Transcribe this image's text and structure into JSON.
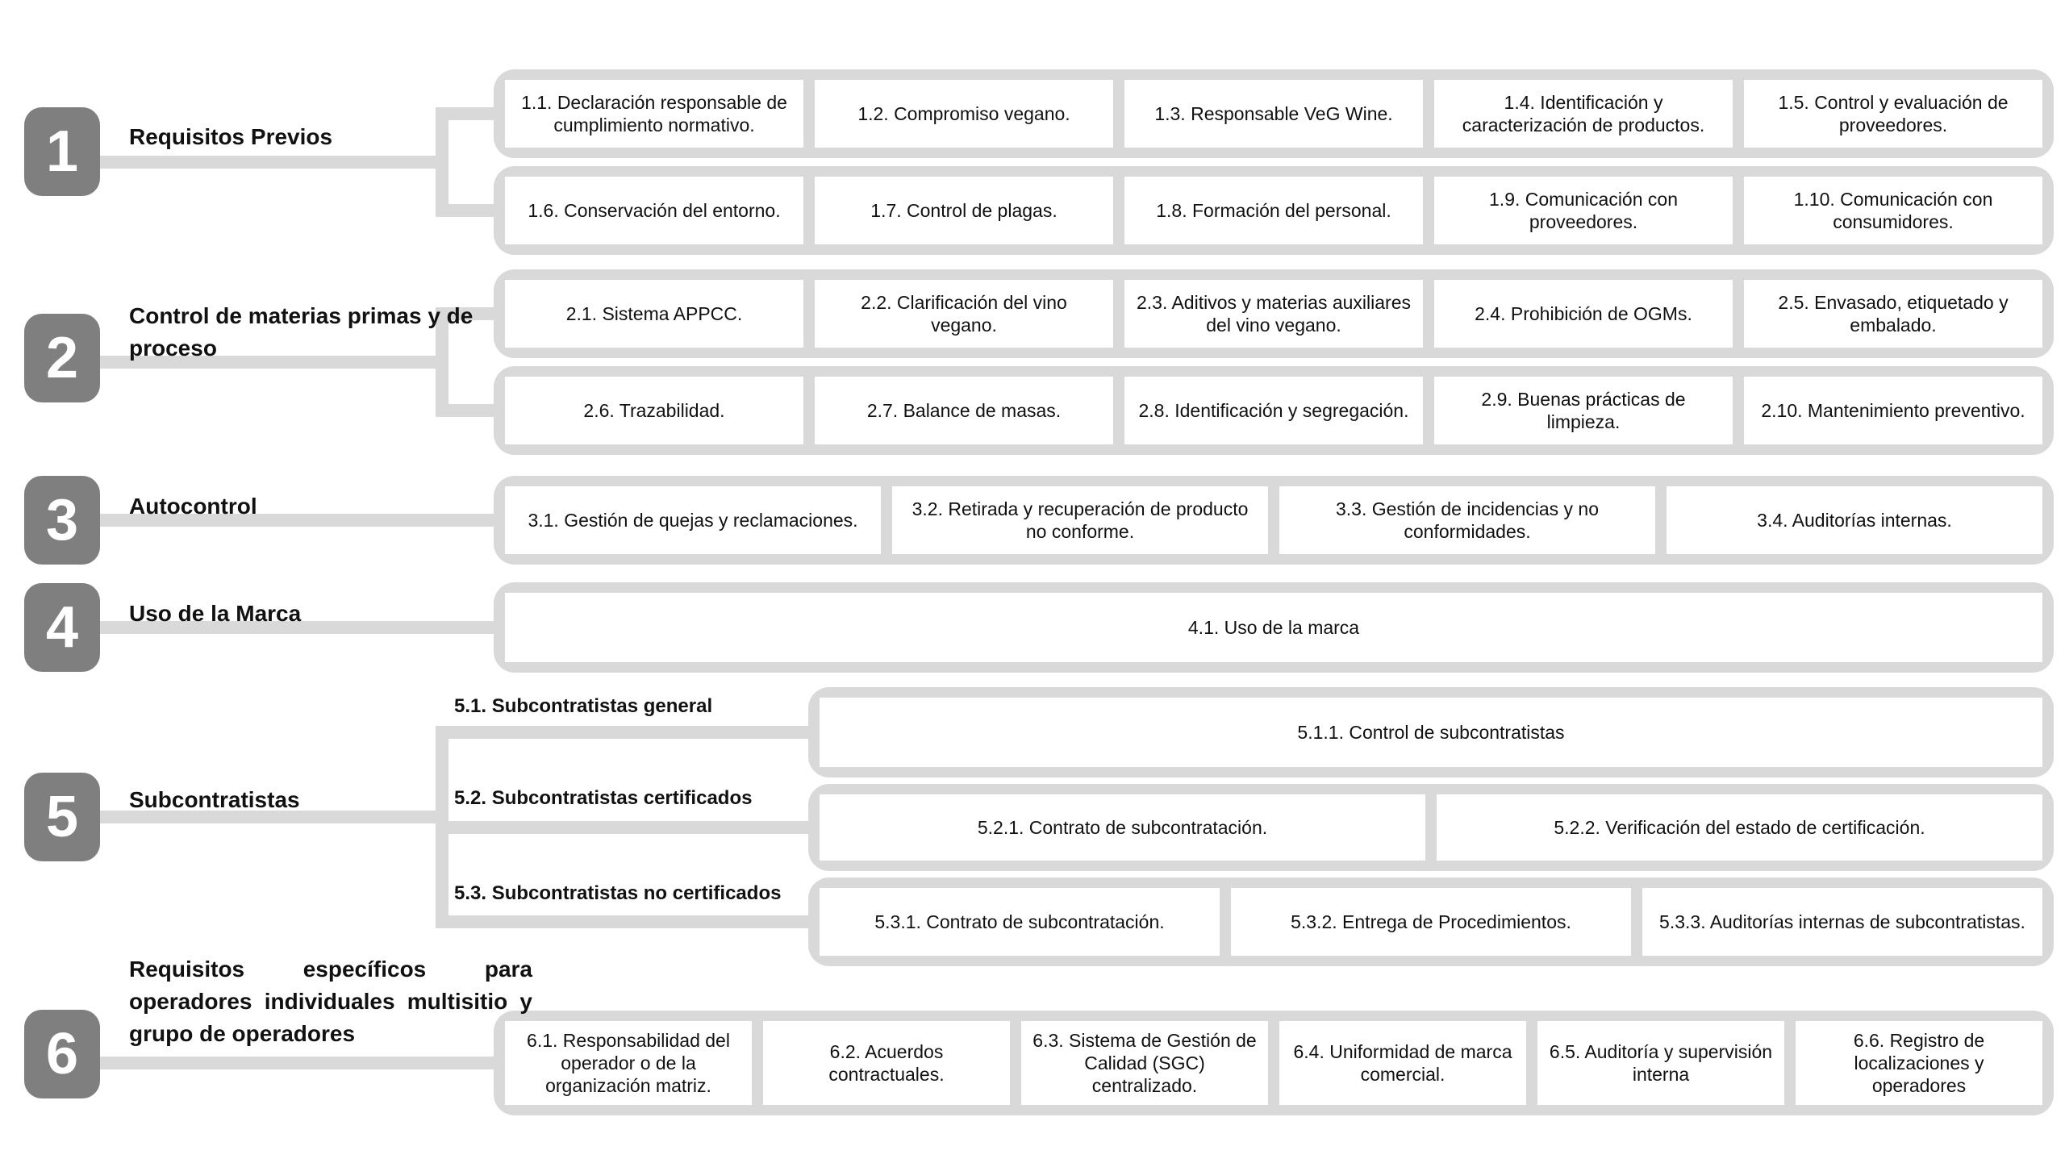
{
  "title": "Esquema de requisitos de certificación VeG Wine",
  "colors": {
    "badge_gray": "#7f7f7f",
    "connector_gray": "#d9d9d9",
    "box_background": "#ffffff",
    "text": "#111111"
  },
  "sections": {
    "s1": {
      "num": "1",
      "label": "Requisitos Previos",
      "r1": [
        "1.1.  Declaración responsable de cumplimiento normativo.",
        "1.2. Compromiso vegano.",
        "1.3. Responsable VeG Wine.",
        "1.4. Identificación y caracterización de productos.",
        "1.5. Control y evaluación de proveedores."
      ],
      "r2": [
        "1.6. Conservación del entorno.",
        "1.7. Control de plagas.",
        "1.8. Formación del personal.",
        "1.9.  Comunicación con proveedores.",
        "1.10. Comunicación con consumidores."
      ]
    },
    "s2": {
      "num": "2",
      "label": "Control de materias primas y de proceso",
      "r1": [
        "2.1.   Sistema APPCC.",
        "2.2. Clarificación del vino vegano.",
        "2.3. Aditivos y materias auxiliares del vino vegano.",
        "2.4. Prohibición de OGMs.",
        "2.5. Envasado, etiquetado y embalado."
      ],
      "r2": [
        "2.6. Trazabilidad.",
        "2.7. Balance de masas.",
        "2.8. Identificación y segregación.",
        "2.9.  Buenas prácticas de limpieza.",
        "2.10. Mantenimiento preventivo."
      ]
    },
    "s3": {
      "num": "3",
      "label": "Autocontrol",
      "r1": [
        "3.1. Gestión de quejas y reclamaciones.",
        "3.2.  Retirada y recuperación de producto no conforme.",
        "3.3.  Gestión de incidencias y no conformidades.",
        "3.4.  Auditorías internas."
      ]
    },
    "s4": {
      "num": "4",
      "label": "Uso de la Marca",
      "r1": [
        "4.1.  Uso de la marca"
      ]
    },
    "s5": {
      "num": "5",
      "label": "Subcontratistas",
      "sub1_label": "5.1. Subcontratistas general",
      "sub1": [
        "5.1.1.  Control de subcontratistas"
      ],
      "sub2_label": "5.2. Subcontratistas certificados",
      "sub2": [
        "5.2.1. Contrato de subcontratación.",
        "5.2.2. Verificación del estado de certificación."
      ],
      "sub3_label": "5.3. Subcontratistas no certificados",
      "sub3": [
        "5.3.1. Contrato de subcontratación.",
        "5.3.2. Entrega de Procedimientos.",
        "5.3.3. Auditorías internas de subcontratistas."
      ]
    },
    "s6": {
      "num": "6",
      "label": "Requisitos específicos para operadores individuales multisitio y grupo de operadores",
      "r1": [
        "6.1. Responsabilidad del operador o de la organización matriz.",
        "6.2. Acuerdos contractuales.",
        "6.3. Sistema de Gestión de Calidad (SGC) centralizado.",
        "6.4. Uniformidad de marca comercial.",
        "6.5.  Auditoría y supervisión interna",
        "6.6.  Registro de localizaciones y operadores"
      ]
    }
  }
}
